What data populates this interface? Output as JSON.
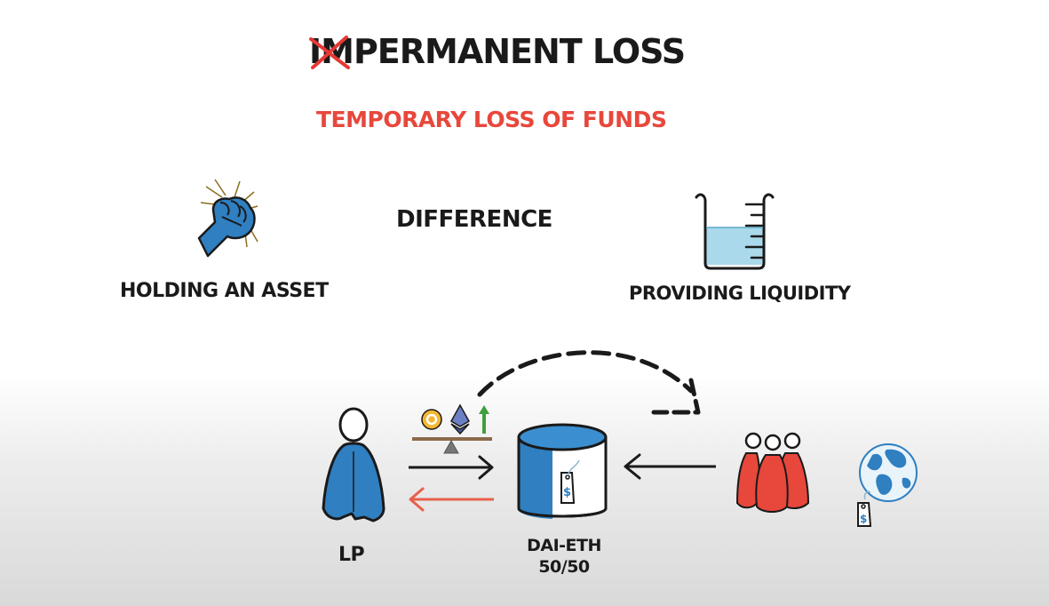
{
  "title": {
    "prefix": "IM",
    "rest": "PERMANENT LOSS"
  },
  "subtitle": "TEMPORARY LOSS OF FUNDS",
  "difference_label": "DIFFERENCE",
  "left_concept": {
    "label": "HOLDING AN ASSET",
    "icon": "fist-icon"
  },
  "right_concept": {
    "label": "PROVIDING LIQUIDITY",
    "icon": "beaker-icon"
  },
  "flow": {
    "provider_label": "LP",
    "pool_label_line1": "DAI-ETH",
    "pool_label_line2": "50/50",
    "icons": [
      "person-icon",
      "dai-coin-icon",
      "eth-icon",
      "price-up-arrow-icon",
      "balance-scale-icon",
      "pool-cylinder-icon",
      "price-tag-icon",
      "traders-group-icon",
      "globe-icon"
    ]
  },
  "colors": {
    "accent_red": "#e8473b",
    "icon_blue": "#2f7fc1",
    "strike_red": "#e53935",
    "return_arrow": "#e8604c"
  }
}
